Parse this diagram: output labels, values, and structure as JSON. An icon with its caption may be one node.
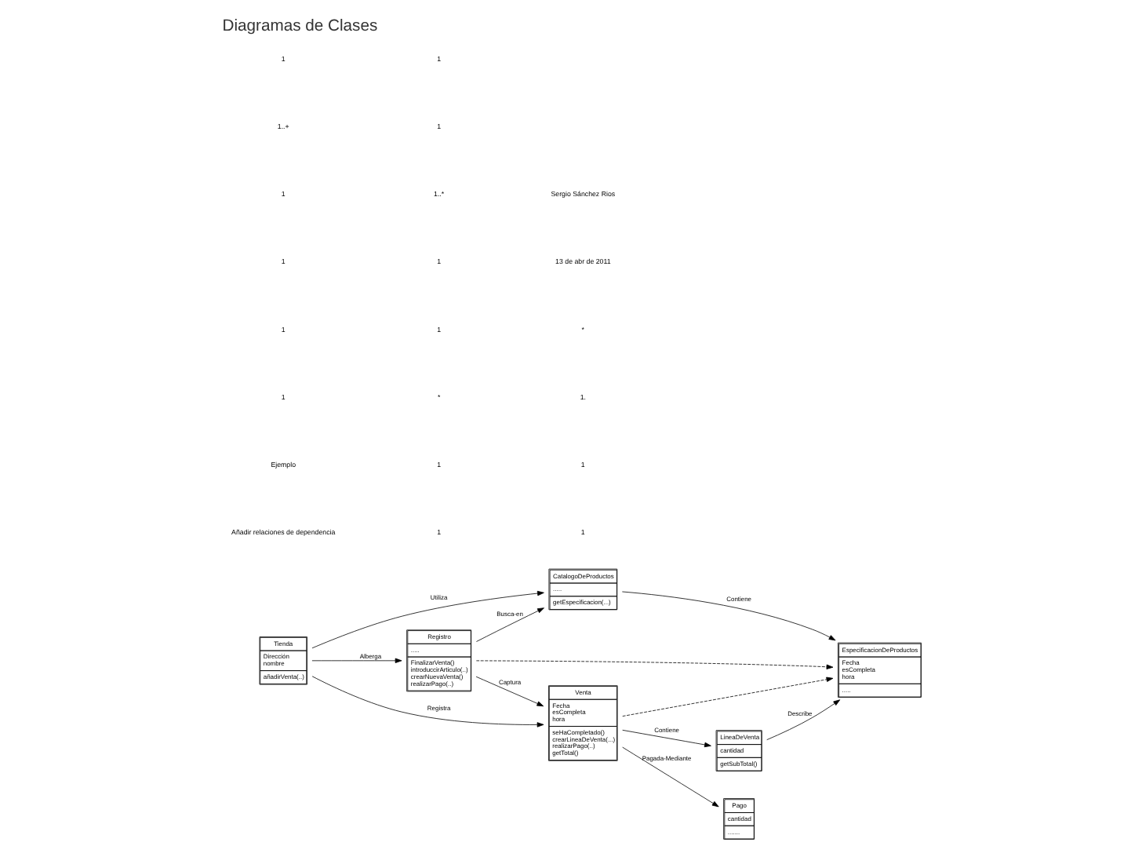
{
  "diagram": {
    "title": "Diagramas de Clases",
    "nodes": [
      {
        "text": [
          "Tienda",
          "Dirección nombre",
          "añadirVenta(..)"
        ]
      },
      {
        "text": [
          "CatalogoDeProductos",
          ".....",
          "getEspecificacion(...)"
        ]
      },
      {
        "text": [
          "EspecificacionDeProductos",
          "Fecha esCompleta hora",
          "....."
        ]
      },
      {
        "text": [
          "LineaDeVenta",
          "cantidad",
          "getSubTotal()"
        ]
      },
      {
        "text": [
          "Registro",
          ".....",
          "FinalizarVenta() introduccirArticulo(..) crearNuevaVenta() realizarPago(..)"
        ]
      },
      {
        "text": [
          "Venta",
          "Fecha esCompleta hora",
          "seHaCompletado() crearLineaDeVenta(...) realizarPago(..) getTotal()"
        ]
      },
      {
        "text": [
          "Pago",
          "cantidad",
          "......."
        ]
      }
    ],
    "edges": [
      {
        "from": 0,
        "to": 1,
        "arrow": "to",
        "label": "Utiliza"
      },
      {
        "from": 0,
        "to": 4,
        "arrow": "to",
        "label": "Alberga"
      },
      {
        "from": 0,
        "to": 5,
        "arrow": "to",
        "label": "Registra"
      },
      {
        "from": 4,
        "to": 1,
        "arrow": "to",
        "label": "Busca-en"
      },
      {
        "from": 4,
        "to": 5,
        "arrow": "to",
        "label": "Captura"
      },
      {
        "from": 1,
        "to": 2,
        "arrow": "to",
        "label": "Contiene"
      },
      {
        "from": 4,
        "to": 2,
        "arrow": "to",
        "style": "dashed"
      },
      {
        "from": 5,
        "to": 2,
        "arrow": "to",
        "style": "dashed"
      },
      {
        "from": 3,
        "to": 2,
        "arrow": "to",
        "label": "Describe"
      },
      {
        "from": 5,
        "to": 3,
        "arrow": "to",
        "label": "Contiene"
      },
      {
        "from": 5,
        "to": 6,
        "arrow": "to",
        "label": "Pagada-Mediante"
      }
    ],
    "labels": [
      "Añadir relaciones de dependencia",
      "Ejemplo",
      "1",
      "1",
      "1",
      "1",
      "1..+",
      "1",
      "1",
      "1",
      "*",
      "1",
      "1",
      "1..*",
      "1",
      "1",
      "1",
      "1",
      "1.",
      "*",
      "13 de abr de 2011",
      "Sergio Sánchez Rios"
    ]
  }
}
